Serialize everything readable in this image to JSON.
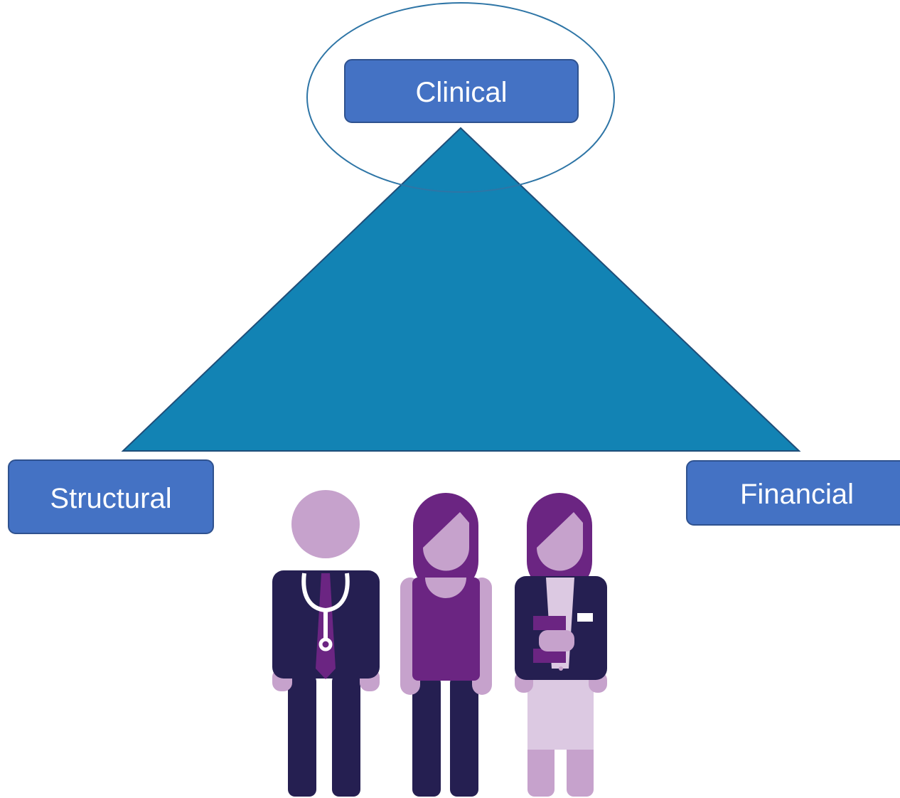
{
  "diagram": {
    "nodes": {
      "clinical": {
        "label": "Clinical"
      },
      "structural": {
        "label": "Structural"
      },
      "financial": {
        "label": "Financial"
      }
    },
    "colors": {
      "triangle_fill": "#1283B4",
      "triangle_stroke": "#1F4E79",
      "ellipse_stroke": "#2E75A6",
      "node_fill": "#4472C4",
      "node_stroke": "#2F528F",
      "node_text": "#FFFFFF",
      "suit_dark": "#251F51",
      "purple": "#6B2582",
      "lilac": "#C6A2CC",
      "pale_lilac": "#DCC9E2"
    },
    "illustration": {
      "people": [
        "doctor-figure",
        "patient-figure",
        "manager-figure"
      ]
    }
  }
}
